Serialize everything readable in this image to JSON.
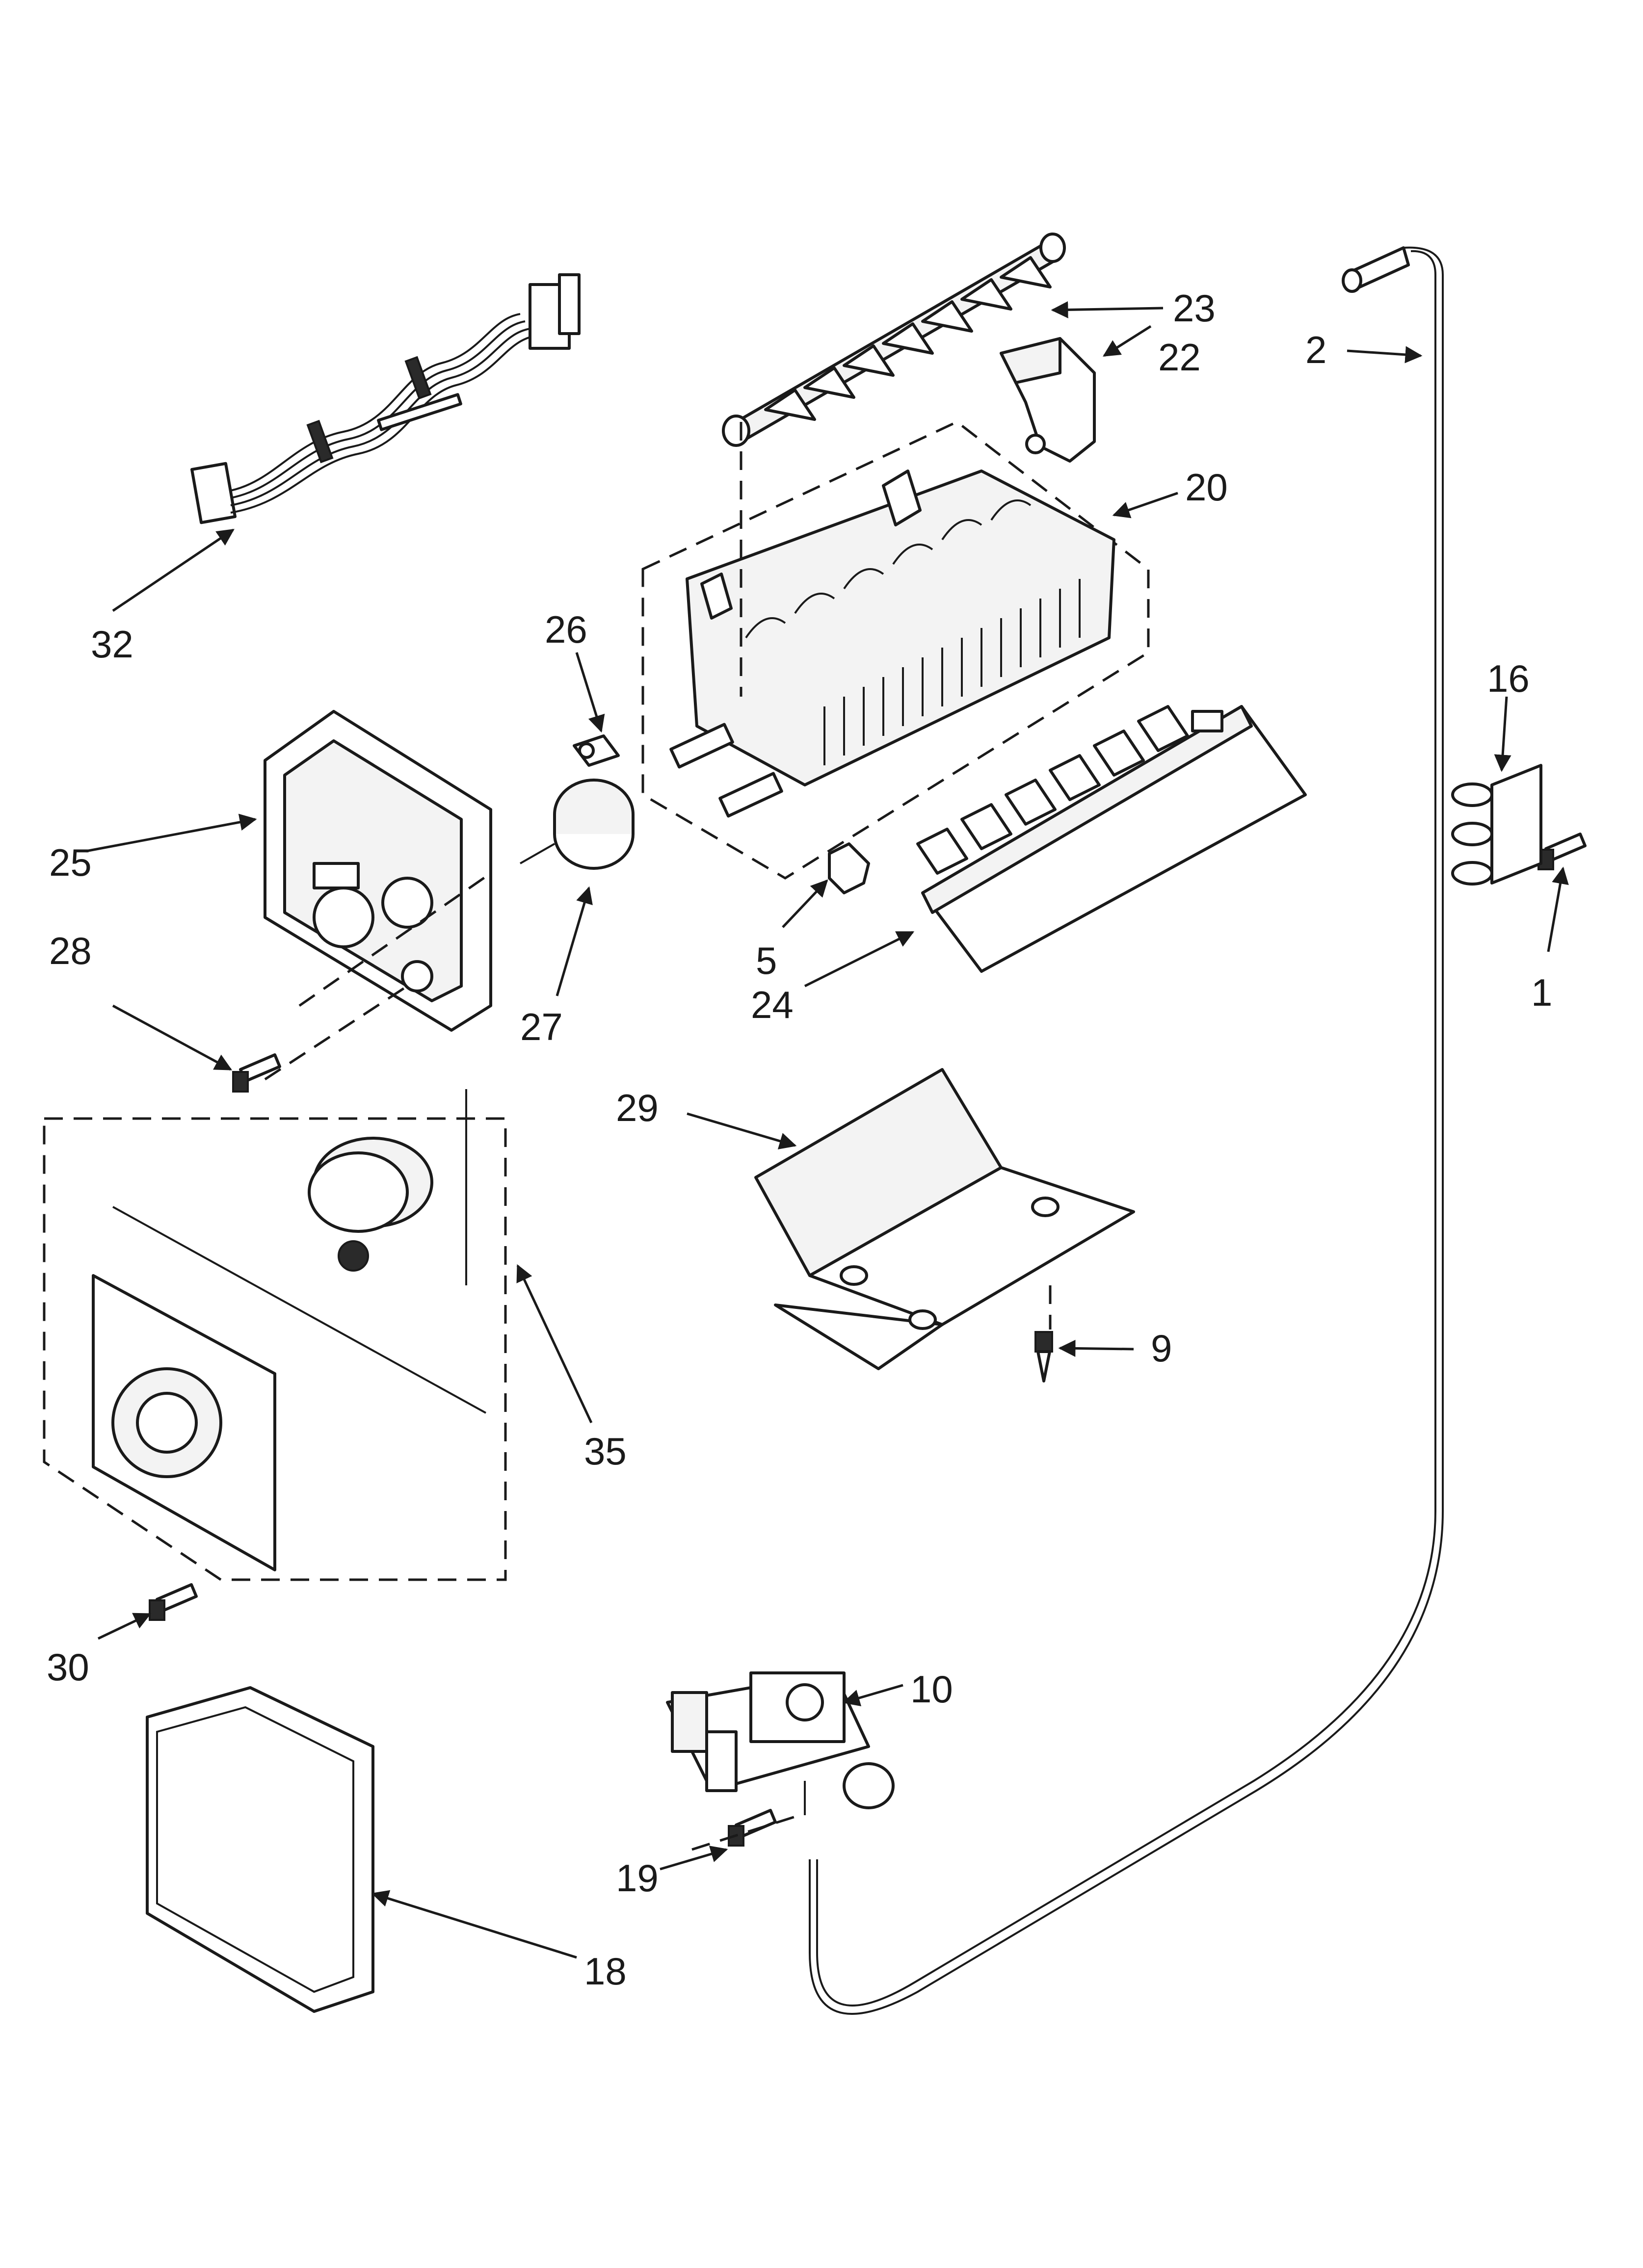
{
  "callouts": {
    "p1": "1",
    "p2": "2",
    "p5": "5",
    "p9": "9",
    "p10": "10",
    "p16": "16",
    "p18": "18",
    "p19": "19",
    "p20": "20",
    "p22": "22",
    "p23": "23",
    "p24": "24",
    "p25": "25",
    "p26": "26",
    "p27": "27",
    "p28": "28",
    "p29": "29",
    "p30": "30",
    "p32": "32",
    "p35": "35"
  }
}
